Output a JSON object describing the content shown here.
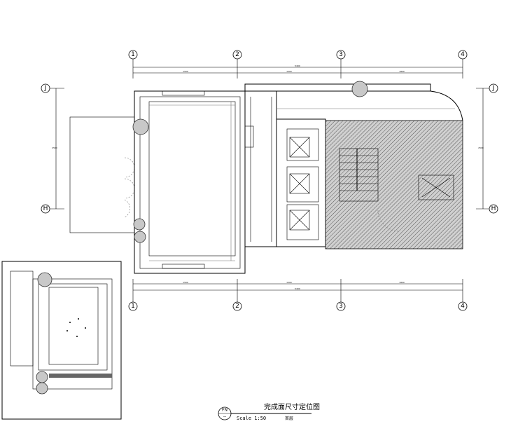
{
  "title_block": {
    "tag_top": "FN",
    "tag_bottom": "--",
    "title": "完成面尺寸定位图",
    "scale": "Scale 1:50",
    "subtitle": "首层"
  },
  "grid": {
    "columns": [
      "1",
      "2",
      "3",
      "4"
    ],
    "rows": [
      "J",
      "H"
    ]
  },
  "dimensions": {
    "top_total": "5400",
    "top_segments": [
      "1500",
      "1500",
      "1800"
    ],
    "bottom_total": "5400",
    "bottom_segments": [
      "1500",
      "1500",
      "1800"
    ],
    "side": "2500"
  },
  "colors": {
    "line": "#000000",
    "column": "#c8c8c8",
    "hatch": "#555555"
  }
}
